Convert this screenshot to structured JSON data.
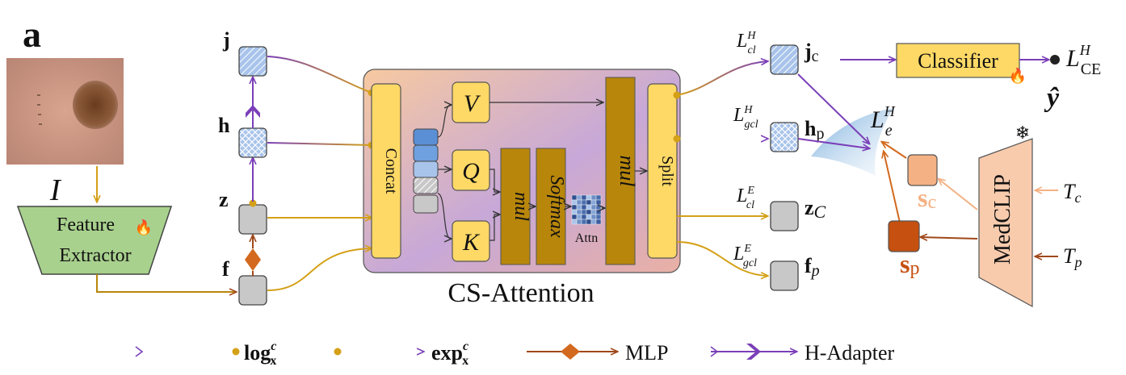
{
  "panel_label": "a",
  "input": {
    "label": "I"
  },
  "feature_extractor": {
    "line1": "Feature",
    "line2": "Extractor"
  },
  "left_nodes": {
    "f": "f",
    "z": "z",
    "h": "h",
    "j": "j"
  },
  "cs_attention": {
    "title": "CS-Attention",
    "concat": "Concat",
    "v": "V",
    "q": "Q",
    "k": "K",
    "mul1": "mul",
    "softmax": "Softmax",
    "attn": "Attn",
    "mul2": "mul",
    "split": "Split"
  },
  "outputs": {
    "jc": {
      "base": "j",
      "sub": "c"
    },
    "hp": {
      "base": "h",
      "sub": "p"
    },
    "zc": {
      "base": "z",
      "sub": "C"
    },
    "fp": {
      "base": "f",
      "sub": "p"
    }
  },
  "losses": {
    "cl_h": {
      "base": "L",
      "sup": "H",
      "sub": "cl"
    },
    "gcl_h": {
      "base": "L",
      "sup": "H",
      "sub": "gcl"
    },
    "cl_e": {
      "base": "L",
      "sup": "E",
      "sub": "cl"
    },
    "gcl_e": {
      "base": "L",
      "sup": "E",
      "sub": "gcl"
    },
    "ce_h": {
      "base": "L",
      "sup": "H",
      "sub": "CE"
    },
    "e_h": {
      "base": "L",
      "sup": "H",
      "sub": "e"
    }
  },
  "classifier": {
    "label": "Classifier"
  },
  "y_hat": "ŷ",
  "medclip": {
    "label": "MedCLIP",
    "tc": "T",
    "tc_sub": "c",
    "tp": "T",
    "tp_sub": "p"
  },
  "sc": {
    "base": "s",
    "sub": "c"
  },
  "sp": {
    "base": "s",
    "sub": "p"
  },
  "legend": [
    {
      "label": "log",
      "sup": "c",
      "sub": "x"
    },
    {
      "label": "exp",
      "sup": "c",
      "sub": "x"
    },
    {
      "label": "MLP"
    },
    {
      "label": "H-Adapter"
    }
  ],
  "colors": {
    "purple": "#7B3FB8",
    "gold": "#D4A017",
    "brown": "#C0551A",
    "yellow_box": "#FFD966",
    "dark_gold": "#B8860B",
    "green_box": "#A9D18E",
    "peach": "#F8CBAD",
    "orange_s": "#F4B183",
    "dark_orange": "#C5500F",
    "blue_node": "#A9C4EB",
    "gray_node": "#C8C8C8"
  }
}
